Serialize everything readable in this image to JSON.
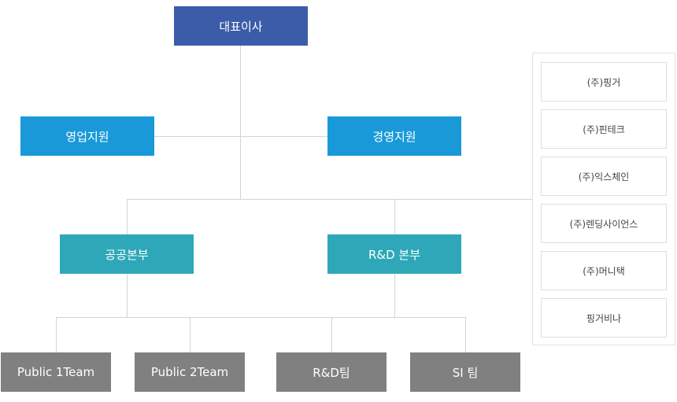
{
  "ceo": "대표이사",
  "support": {
    "left": "영업지원",
    "right": "경영지원"
  },
  "divisions": {
    "public": "공공본부",
    "rnd": "R&D 본부"
  },
  "teams": [
    "Public 1Team",
    "Public 2Team",
    "R&D팀",
    "SI 팀"
  ],
  "affiliates": [
    "(주)핑거",
    "(주)핀테크",
    "(주)익스체인",
    "(주)렌딩사이언스",
    "(주)머니택",
    "핑거비나"
  ],
  "colors": {
    "ceo": "#3c5ca9",
    "support": "#1a99d9",
    "division": "#2ea8b9",
    "team": "#808080",
    "connector": "#d4d4d4"
  }
}
